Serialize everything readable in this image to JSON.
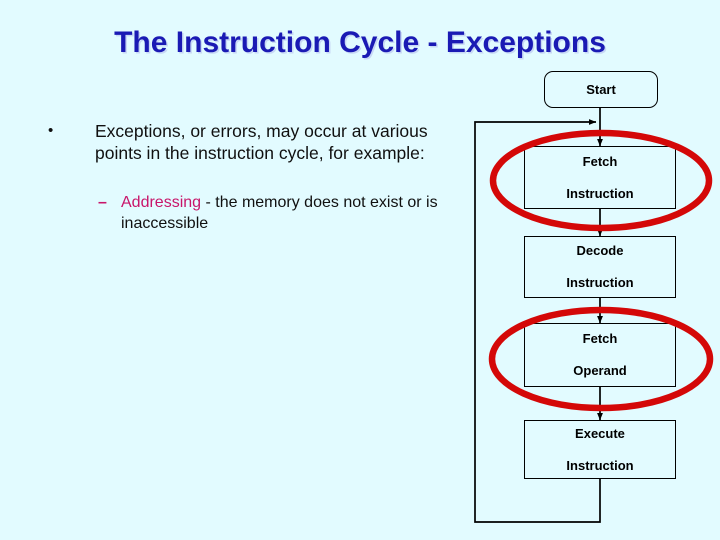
{
  "slide": {
    "title": "The Instruction Cycle - Exceptions",
    "background_color": "#e2fbff",
    "title_color": "#1a1ab4"
  },
  "body": {
    "bullets": [
      {
        "marker": "•",
        "text": "Exceptions, or errors, may occur at various points in the instruction cycle, for example:"
      }
    ],
    "sub_bullets": [
      {
        "marker": "–",
        "keyword": "Addressing",
        "keyword_color": "#c8156a",
        "text": " - the memory does not exist or is inaccessible"
      }
    ]
  },
  "flowchart": {
    "nodes": [
      {
        "id": "start",
        "label": "Start",
        "shape": "rounded-rectangle"
      },
      {
        "id": "fetch-instruction",
        "label_line1": "Fetch",
        "label_line2": "Instruction",
        "shape": "rectangle"
      },
      {
        "id": "decode-instruction",
        "label_line1": "Decode",
        "label_line2": "Instruction",
        "shape": "rectangle"
      },
      {
        "id": "fetch-operand",
        "label_line1": "Fetch",
        "label_line2": "Operand",
        "shape": "rectangle"
      },
      {
        "id": "execute-instruction",
        "label_line1": "Execute",
        "label_line2": "Instruction",
        "shape": "rectangle"
      }
    ],
    "highlights": [
      {
        "target": "fetch-instruction",
        "shape": "ellipse",
        "color": "#d40808"
      },
      {
        "target": "fetch-operand",
        "shape": "ellipse",
        "color": "#d40808"
      }
    ],
    "connector_color": "#000000",
    "feedback_loop": "execute-instruction -> fetch-instruction"
  }
}
